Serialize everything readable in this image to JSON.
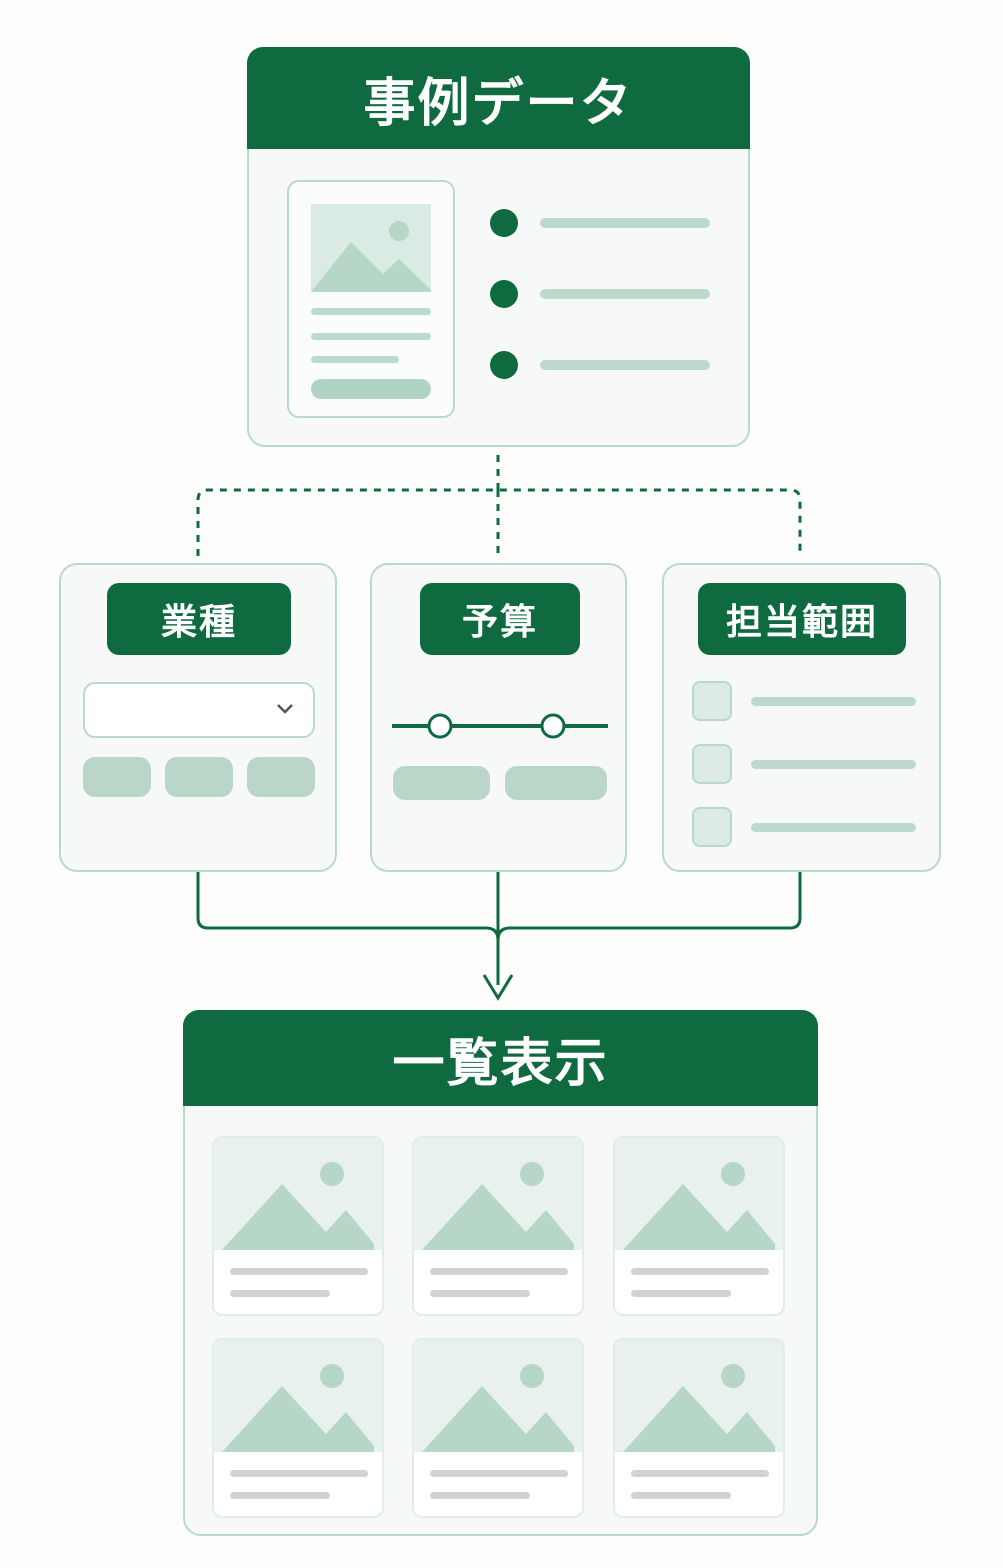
{
  "source_panel": {
    "title": "事例データ"
  },
  "filters": [
    {
      "label": "業種",
      "control": "dropdown-with-chips",
      "chevron_icon": "chevron-down-icon"
    },
    {
      "label": "予算",
      "control": "range-slider"
    },
    {
      "label": "担当範囲",
      "control": "checkbox-list"
    }
  ],
  "result_panel": {
    "title": "一覧表示"
  },
  "colors": {
    "brand_green": "#0f6b3f",
    "light_green": "#bcdacc",
    "border": "#b9d9cb"
  }
}
